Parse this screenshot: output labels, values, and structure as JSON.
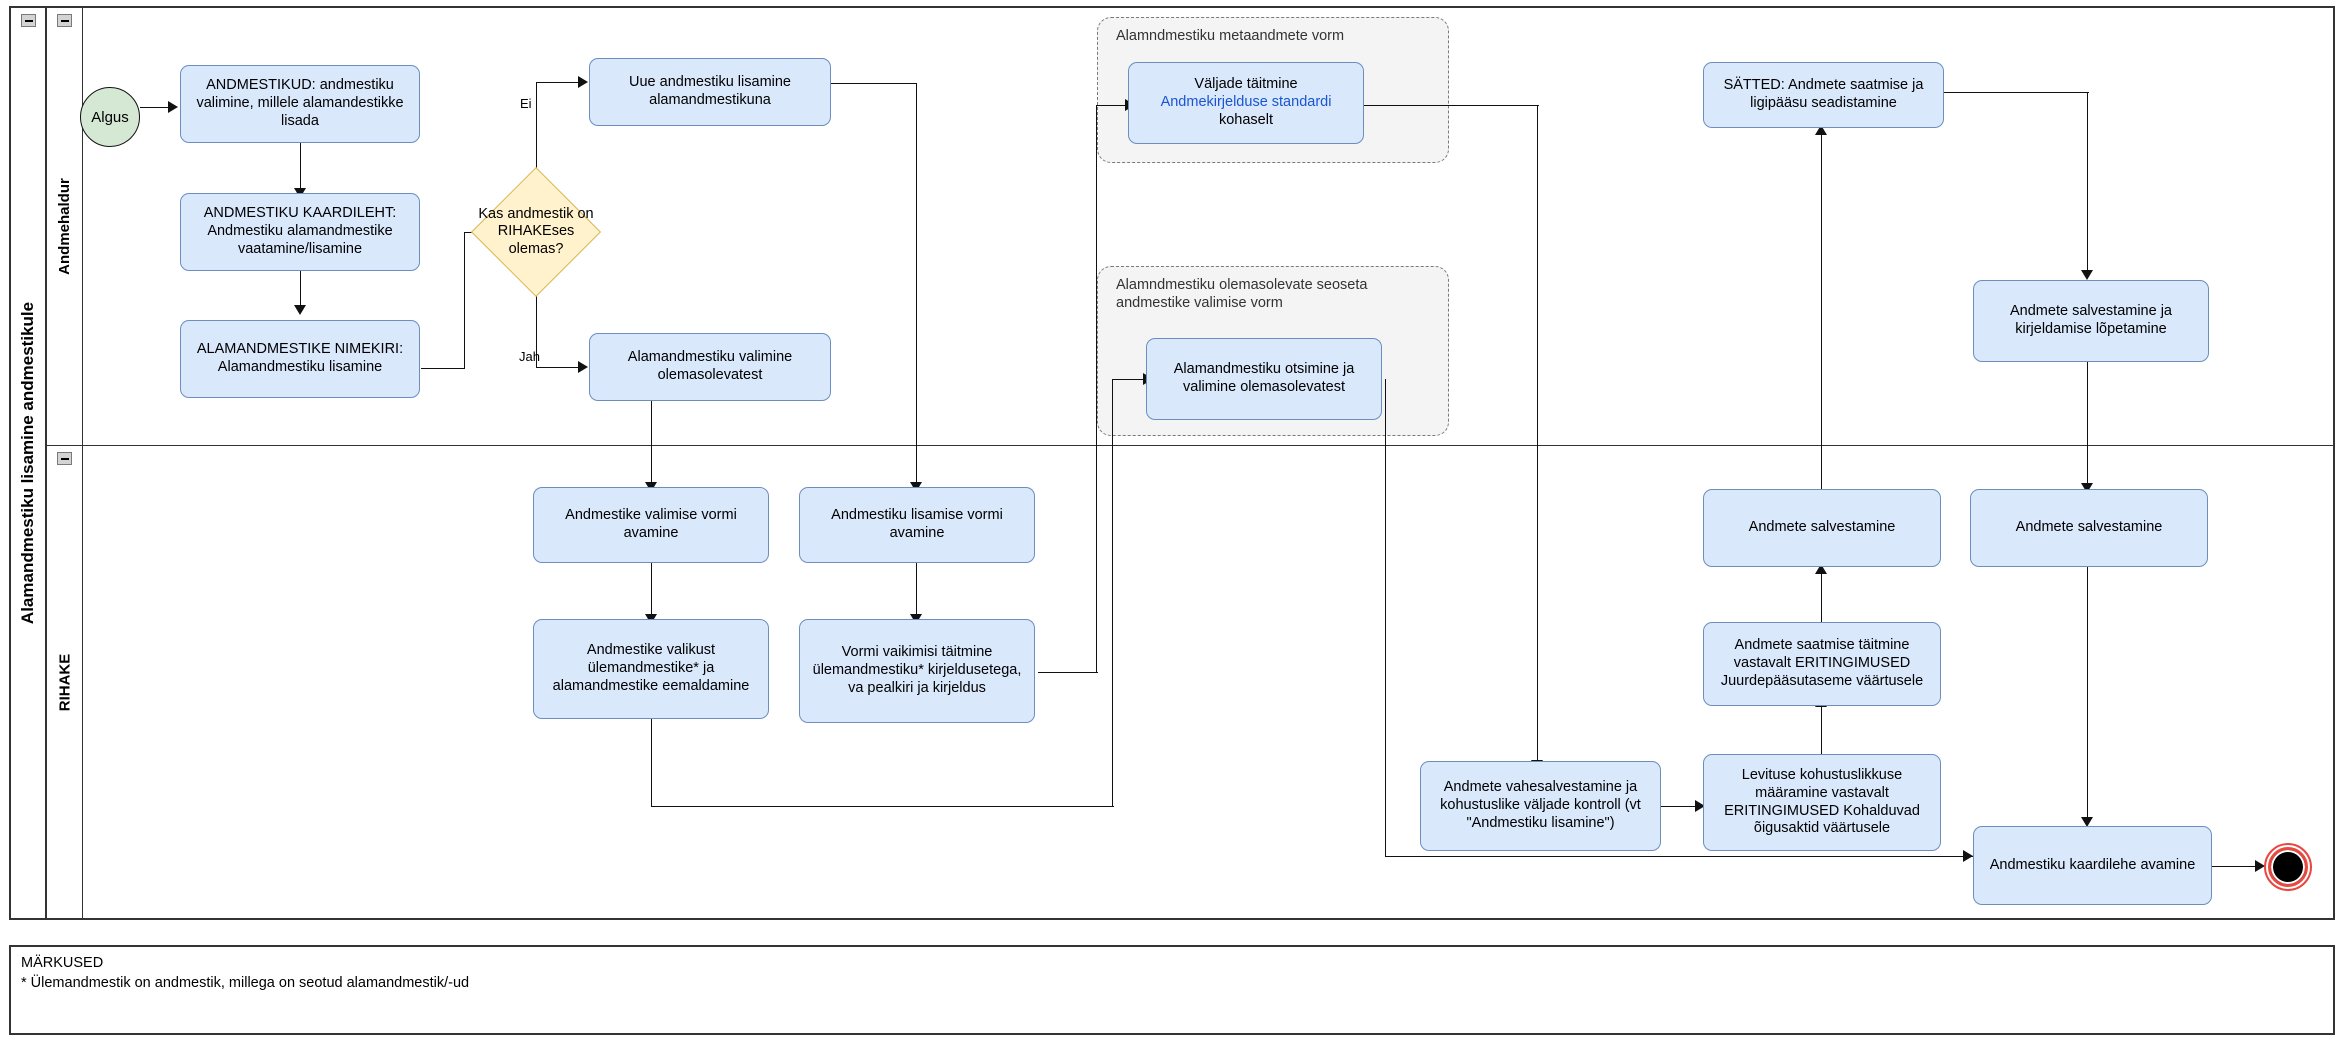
{
  "pool": {
    "title": "Alamandmestiku lisamine andmestikule",
    "lanes": [
      {
        "title": "Andmehaldur"
      },
      {
        "title": "RIHAKE"
      }
    ]
  },
  "start": {
    "label": "Algus"
  },
  "nodes": {
    "andmestikud": {
      "label": "ANDMESTIKUD: andmestiku valimine, millele alamandestikke lisada"
    },
    "kaardileht": {
      "label": "ANDMESTIKU KAARDILEHT: Andmestiku alamandmestike vaatamine/lisamine"
    },
    "nimekiri": {
      "label": "ALAMANDMESTIKE NIMEKIRI: Alamandmestiku lisamine"
    },
    "uue_lisamine": {
      "label": "Uue andmestiku lisamine alamandmestikuna"
    },
    "valimine_olemas": {
      "label": "Alamandmestiku valimine olemasolevatest"
    },
    "valjade_taitmine": {
      "line1": "Väljade täitmine",
      "line2": "Andmekirjelduse standardi",
      "line3": "kohaselt"
    },
    "otsimine_valimine": {
      "label": "Alamandmestiku otsimine ja valimine olemasolevatest"
    },
    "satted": {
      "label": "SÄTTED: Andmete saatmise ja ligipääsu seadistamine"
    },
    "salvestamine_lopetamine": {
      "label": "Andmete salvestamine ja kirjeldamise lõpetamine"
    },
    "valimise_vormi_avamine": {
      "label": "Andmestike valimise vormi avamine"
    },
    "lisamise_vormi_avamine": {
      "label": "Andmestiku lisamise vormi avamine"
    },
    "valikust_eemaldamine": {
      "label": "Andmestike valikust ülemandmestike* ja alamandmestike eemaldamine"
    },
    "vaikimisi_taitmine": {
      "label": "Vormi vaikimisi täitmine ülemandmestiku* kirjeldusetega, va pealkiri ja kirjeldus"
    },
    "vahesalvestamine": {
      "label": "Andmete vahesalvestamine ja kohustuslike väljade kontroll (vt \"Andmestiku lisamine\")"
    },
    "levituse_kohustuslikkus": {
      "label": "Levituse kohustuslikkuse määramine vastavalt ERITINGIMUSED Kohalduvad õigusaktid väärtusele"
    },
    "saatmise_taitmine": {
      "label": "Andmete saatmise täitmine vastavalt ERITINGIMUSED Juurdepääsutaseme väärtusele"
    },
    "salvestamine_mid": {
      "label": "Andmete salvestamine"
    },
    "salvestamine_right": {
      "label": "Andmete salvestamine"
    },
    "kaardilehe_avamine": {
      "label": "Andmestiku kaardilehe avamine"
    }
  },
  "decision": {
    "label": "Kas andmestik on RIHAKEses olemas?"
  },
  "groups": {
    "metaandmete_vorm": {
      "label": "Alamndmestiku metaandmete vorm"
    },
    "seoseta_vorm": {
      "label": "Alamndmestiku olemasolevate seoseta andmestike valimise vorm"
    }
  },
  "edge_labels": {
    "ei": "Ei",
    "jah": "Jah"
  },
  "notes": {
    "title": "MÄRKUSED",
    "line1": "* Ülemandmestik on andmestik, millega on seotud alamandmestik/-ud"
  },
  "colors": {
    "task_fill": "#dae8fc",
    "task_stroke": "#6c8ebf",
    "decision_fill": "#fff2cc",
    "decision_stroke": "#d6b656",
    "start_fill": "#d5e8d4",
    "end_stroke": "#e8483f",
    "group_fill": "#f4f4f4",
    "link_text": "#1a55d0"
  }
}
